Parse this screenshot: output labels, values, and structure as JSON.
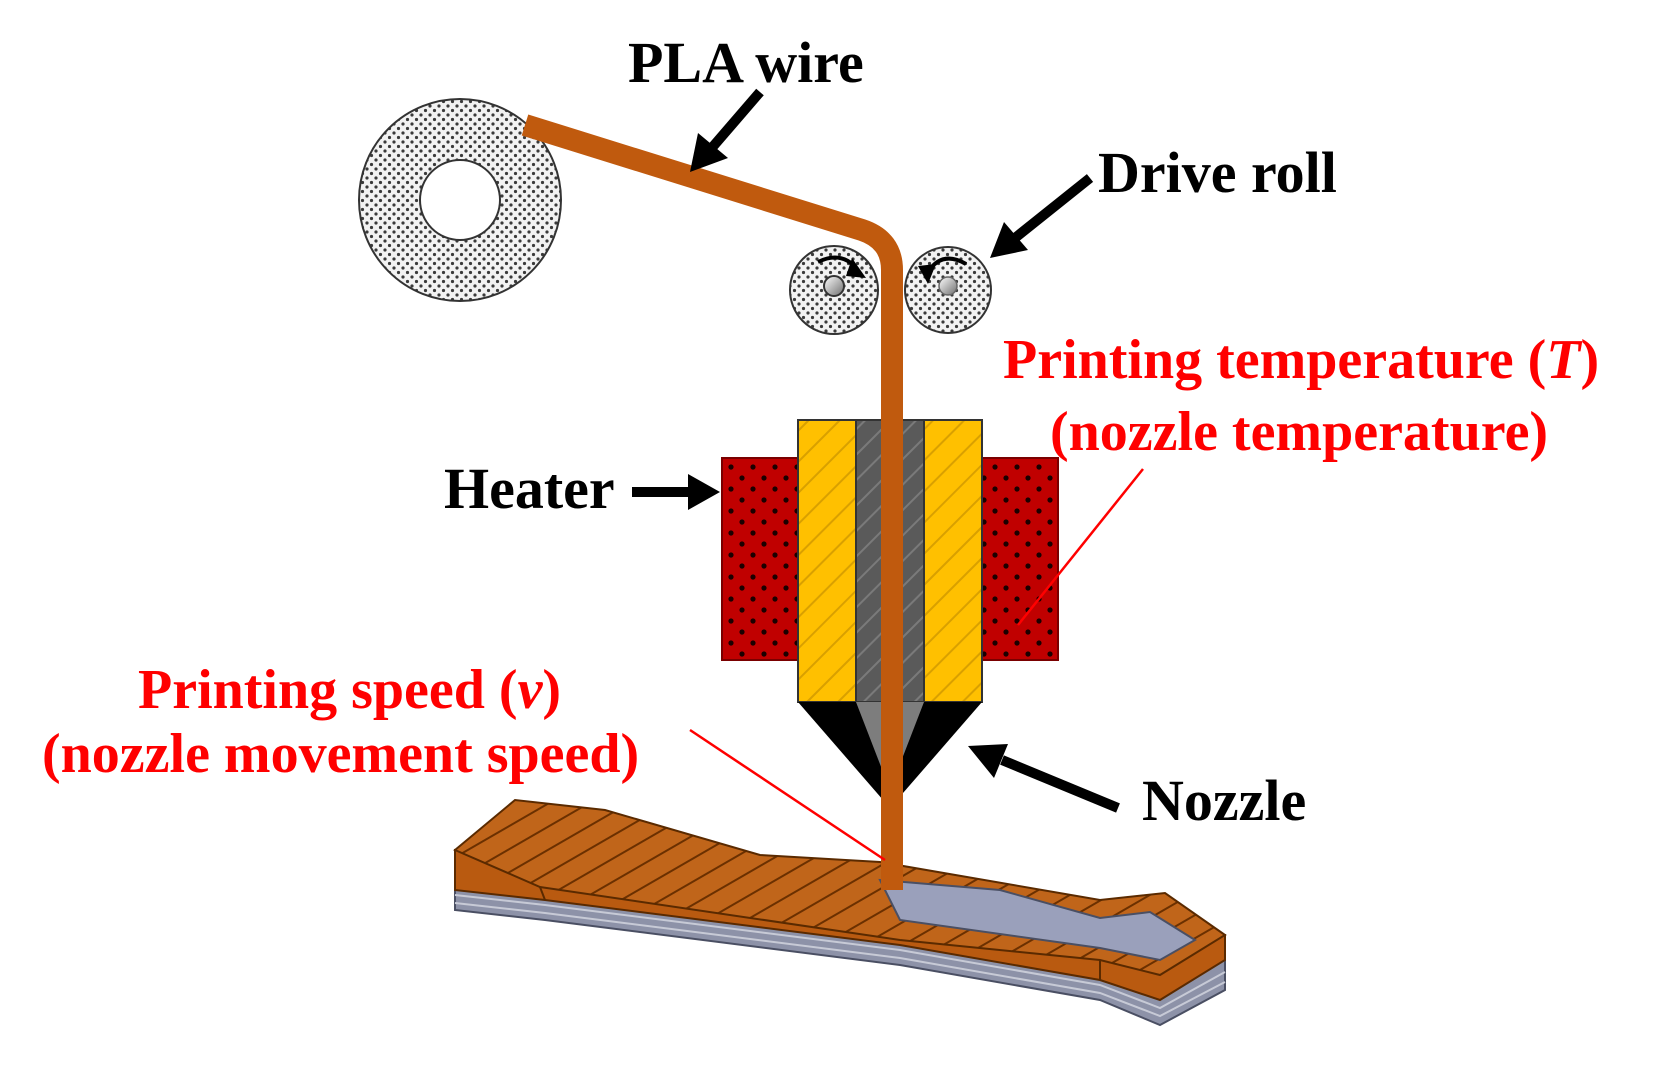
{
  "labels": {
    "pla_wire": "PLA wire",
    "drive_roll": "Drive roll",
    "heater": "Heater",
    "nozzle": "Nozzle",
    "temp_line1_prefix": "Printing temperature (",
    "temp_line1_var": "T",
    "temp_line1_suffix": ")",
    "temp_line2": "(nozzle temperature)",
    "speed_line1_prefix": "Printing speed (",
    "speed_line1_var": "v",
    "speed_line1_suffix": ")",
    "speed_line2": "(nozzle movement speed)"
  },
  "colors": {
    "filament": "#C05A0E",
    "heater": "#C00000",
    "insulator": "#FFC000",
    "nozzle_core": "#595959",
    "nozzle_tip": "#000000",
    "specimen_top": "#C0651A",
    "specimen_base": "#8D92A8",
    "annotation": "#FF0000",
    "arrow": "#000000"
  },
  "icons": {
    "spool": "spool-icon",
    "drive_rollers": "drive-roller-icon"
  }
}
